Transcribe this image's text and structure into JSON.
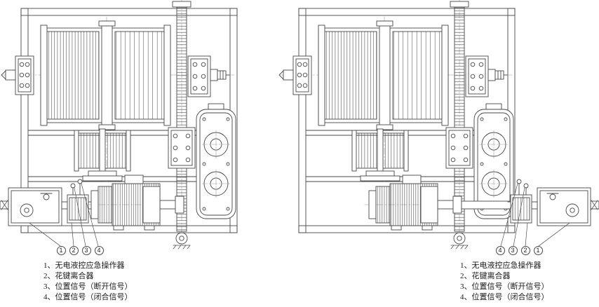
{
  "colors": {
    "background": "#ffffff",
    "line": "#474747",
    "text": "#1a1a1a"
  },
  "legend": {
    "items": [
      "1、无电液控应急操作器",
      "2、花键离合器",
      "3、位置信号（断开信号）",
      "4、位置信号（闭合信号）"
    ]
  },
  "callouts": {
    "left": [
      "1",
      "2",
      "3",
      "4"
    ],
    "right": [
      "4",
      "3",
      "2",
      "1"
    ]
  }
}
